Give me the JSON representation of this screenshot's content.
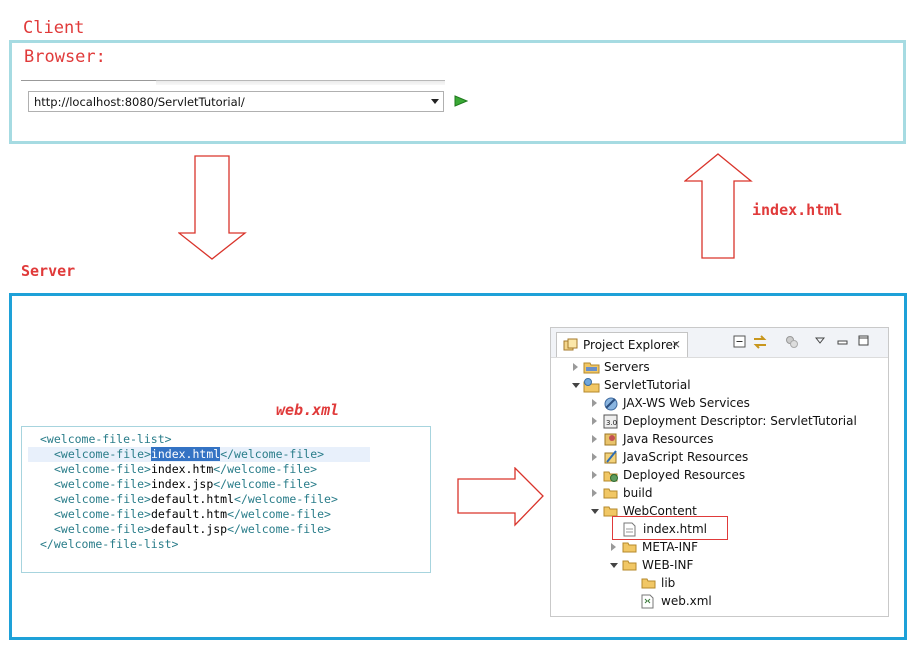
{
  "labels": {
    "client": "Client",
    "browser": "Browser:",
    "server": "Server",
    "response_file": "index.html",
    "config_file": "web.xml"
  },
  "browser": {
    "url": "http://localhost:8080/ServletTutorial/"
  },
  "code": {
    "lines": [
      {
        "open": "<welcome-file-list>",
        "text": "",
        "close": ""
      },
      {
        "open": "<welcome-file>",
        "text": "index.html",
        "close": "</welcome-file>"
      },
      {
        "open": "<welcome-file>",
        "text": "index.htm",
        "close": "</welcome-file>"
      },
      {
        "open": "<welcome-file>",
        "text": "index.jsp",
        "close": "</welcome-file>"
      },
      {
        "open": "<welcome-file>",
        "text": "default.html",
        "close": "</welcome-file>"
      },
      {
        "open": "<welcome-file>",
        "text": "default.htm",
        "close": "</welcome-file>"
      },
      {
        "open": "<welcome-file>",
        "text": "default.jsp",
        "close": "</welcome-file>"
      },
      {
        "open": "</welcome-file-list>",
        "text": "",
        "close": ""
      }
    ]
  },
  "project_explorer": {
    "title": "Project Explorer",
    "close_glyph": "⨯",
    "items": [
      {
        "label": "Servers",
        "icon": "folder-icon"
      },
      {
        "label": "ServletTutorial",
        "icon": "web-project-icon"
      },
      {
        "label": "JAX-WS Web Services",
        "icon": "webservice-icon"
      },
      {
        "label": "Deployment Descriptor: ServletTutorial",
        "icon": "descriptor-icon"
      },
      {
        "label": "Java Resources",
        "icon": "java-resources-icon"
      },
      {
        "label": "JavaScript Resources",
        "icon": "javascript-resources-icon"
      },
      {
        "label": "Deployed Resources",
        "icon": "deployed-resources-icon"
      },
      {
        "label": "build",
        "icon": "folder-icon"
      },
      {
        "label": "WebContent",
        "icon": "folder-icon"
      },
      {
        "label": "index.html",
        "icon": "html-file-icon"
      },
      {
        "label": "META-INF",
        "icon": "folder-icon"
      },
      {
        "label": "WEB-INF",
        "icon": "folder-icon"
      },
      {
        "label": "lib",
        "icon": "folder-icon"
      },
      {
        "label": "web.xml",
        "icon": "xml-file-icon"
      }
    ]
  },
  "colors": {
    "label_red": "#e03a3a",
    "client_border": "#a6dbe2",
    "server_border": "#1ea1d8",
    "arrow_red": "#d9342b"
  }
}
